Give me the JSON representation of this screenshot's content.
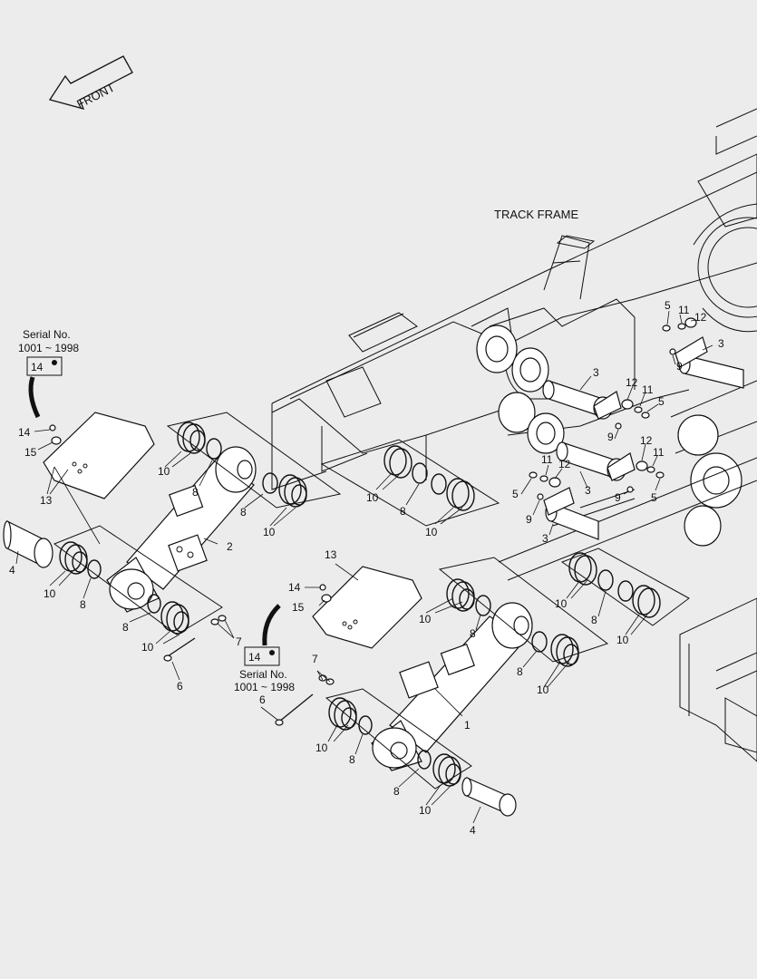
{
  "front_arrow": {
    "label": "FRONT"
  },
  "track_frame": {
    "label": "TRACK FRAME"
  },
  "serial_notes": {
    "top_left": {
      "line1": "Serial No.",
      "line2": "1001 ~ 1998",
      "part": "14"
    },
    "middle": {
      "line1": "Serial No.",
      "line2": "1001 ~ 1998",
      "part": "14"
    }
  },
  "callouts": {
    "c14a": "14",
    "c15a": "15",
    "c13a": "13",
    "c4a": "4",
    "c10a": "10",
    "c8a": "8",
    "c2": "2",
    "c10b": "10",
    "c8b": "8",
    "c8c": "8",
    "c10c": "10",
    "c10d": "10",
    "c8d": "8",
    "c10e": "10",
    "c6a": "6",
    "c7a": "7",
    "c10f": "10",
    "c8e": "8",
    "c10g": "10",
    "c5a": "5",
    "c11a": "11",
    "c12a": "12",
    "c3a": "3",
    "c9a": "9",
    "c3b": "3",
    "c12b": "12",
    "c11b": "11",
    "c5b": "5",
    "c9b": "9",
    "c12c": "12",
    "c11c": "11",
    "c5c": "5",
    "c9c": "9",
    "c5d": "5",
    "c11d": "11",
    "c12d": "12",
    "c3c": "3",
    "c9d": "9",
    "c3d": "3",
    "c13b": "13",
    "c14b": "14",
    "c15b": "15",
    "c7b": "7",
    "c6b": "6",
    "c10h": "10",
    "c8f": "8",
    "c1": "1",
    "c8g": "8",
    "c10i": "10",
    "c4b": "4",
    "c10j": "10",
    "c8h": "8",
    "c10k": "10",
    "c8i": "8",
    "c10l": "10"
  }
}
